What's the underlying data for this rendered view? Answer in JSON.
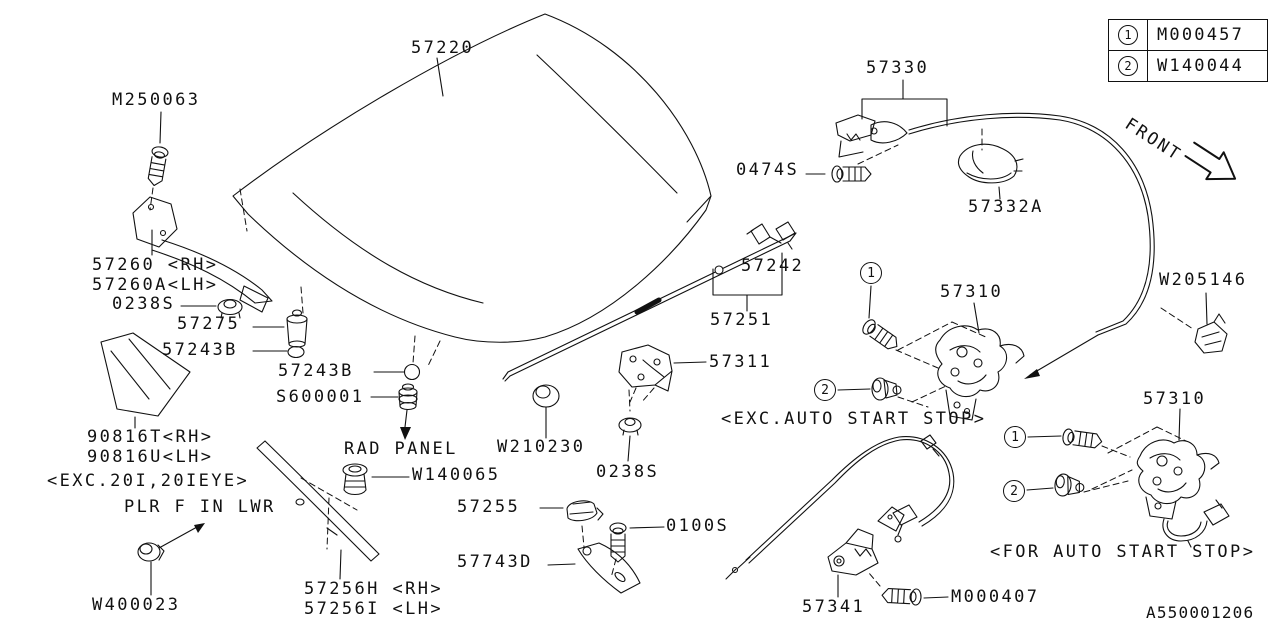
{
  "diagram": {
    "drawing_code": "A550001206",
    "front": "FRONT",
    "callouts": {
      "one": "1",
      "two": "2"
    },
    "legend": {
      "rows": [
        {
          "num": "1",
          "part": "M000457"
        },
        {
          "num": "2",
          "part": "W140044"
        }
      ]
    },
    "labels": {
      "hood_panel": "57220",
      "bolt_m250063": "M250063",
      "hinge_rh": "57260 <RH>",
      "hinge_lh": "57260A<LH>",
      "grommet_0238s_a": "0238S",
      "bumper_57275": "57275",
      "seal_57243b_a": "57243B",
      "seal_57243b_b": "57243B",
      "stopper_s600001": "S600001",
      "insulator_rh": "90816T<RH>",
      "insulator_lh": "90816U<LH>",
      "insulator_note": "<EXC.20I,20IEYE>",
      "pillar_note": "PLR F IN LWR",
      "grommet_w400023": "W400023",
      "rad_panel_note": "RAD PANEL",
      "clip_w140065": "W140065",
      "strip_rh": "57256H <RH>",
      "strip_lh": "57256I <LH>",
      "bracket_57255": "57255",
      "bolt_0100s": "0100S",
      "stay_57743d": "57743D",
      "grommet_w210230": "W210230",
      "grommet_0238s_b": "0238S",
      "plate_57311": "57311",
      "clip_57242": "57242",
      "rod_57251": "57251",
      "release_57330": "57330",
      "bolt_0474s": "0474S",
      "cover_57332a": "57332A",
      "latch_exc": "57310",
      "note_exc": "<EXC.AUTO START STOP>",
      "clip_w205146": "W205146",
      "latch_for": "57310",
      "note_for": "<FOR AUTO START STOP>",
      "cable_57341": "57341",
      "bolt_m000407": "M000407"
    }
  }
}
